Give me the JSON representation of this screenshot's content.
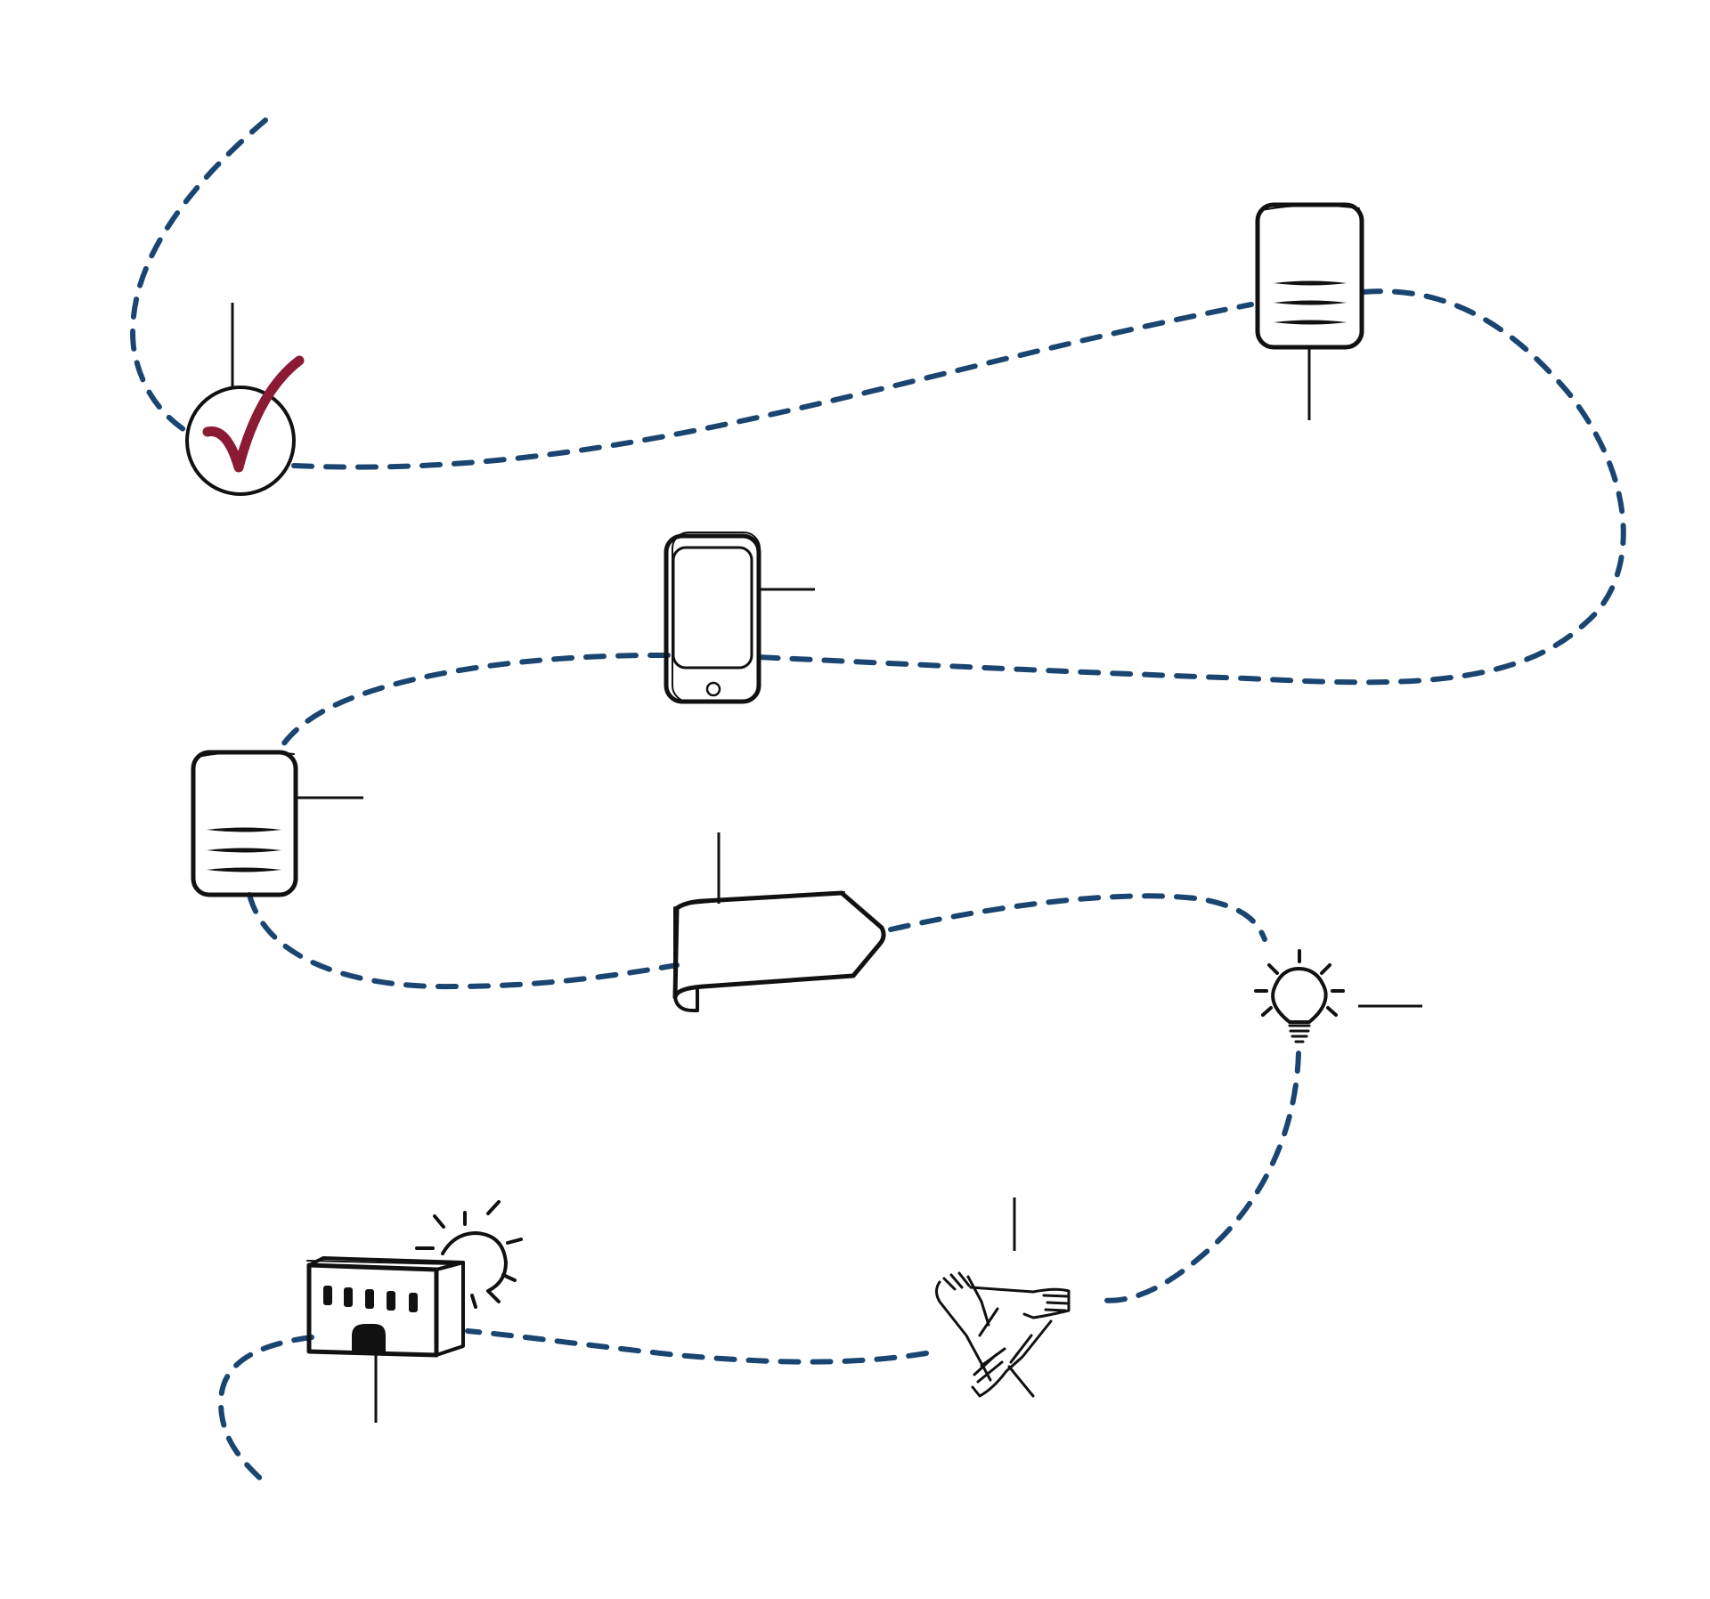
{
  "diagram": {
    "path_color": "#1a4570",
    "ink_color": "#111111",
    "accent_color": "#8b1a35",
    "milestones": [
      {
        "id": "checkmark",
        "icon": "checkmark-circle-icon"
      },
      {
        "id": "document-1",
        "icon": "document-icon"
      },
      {
        "id": "phone",
        "icon": "smartphone-icon"
      },
      {
        "id": "document-2",
        "icon": "document-icon"
      },
      {
        "id": "banner",
        "icon": "banner-icon"
      },
      {
        "id": "lightbulb",
        "icon": "lightbulb-icon"
      },
      {
        "id": "teamwork",
        "icon": "hands-teamwork-icon"
      },
      {
        "id": "building",
        "icon": "building-sun-icon"
      }
    ]
  }
}
